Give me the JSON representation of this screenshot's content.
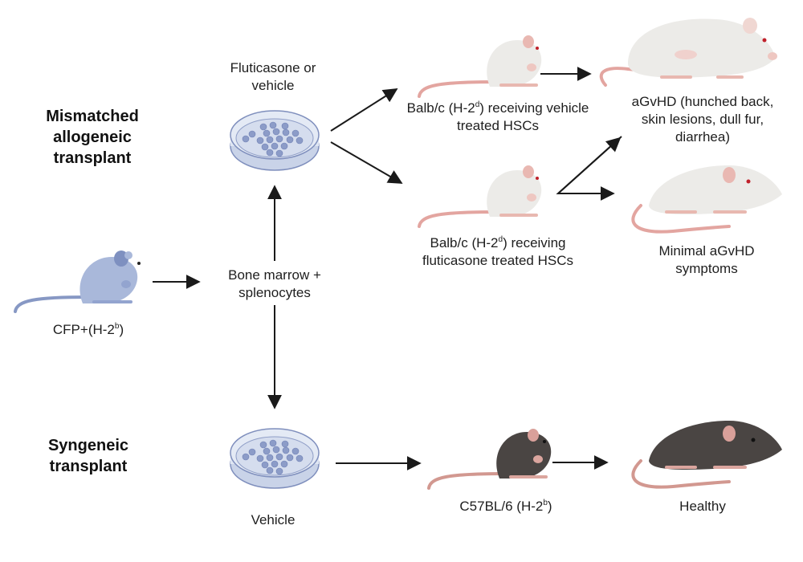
{
  "groups": {
    "mismatched": "Mismatched allogeneic transplant",
    "syngeneic": "Syngeneic transplant"
  },
  "labels": {
    "donor": {
      "text": "CFP+(H-2",
      "sup": "b",
      "close": ")"
    },
    "cells": "Bone marrow + splenocytes",
    "treatment_top": "Fluticasone or vehicle",
    "treatment_bottom": "Vehicle",
    "recipient_vehicle": {
      "pre": "Balb/c (H-2",
      "sup": "d",
      "post": ") receiving vehicle treated HSCs"
    },
    "recipient_fluticasone": {
      "pre": "Balb/c (H-2",
      "sup": "d",
      "post": ") receiving fluticasone treated HSCs"
    },
    "outcome_agvhd": "aGvHD (hunched back, skin lesions, dull fur, diarrhea)",
    "outcome_minimal": "Minimal aGvHD symptoms",
    "recipient_syngeneic": {
      "pre": "C57BL/6 (H-2",
      "sup": "b",
      "post": ")"
    },
    "outcome_healthy": "Healthy"
  },
  "icons": {
    "donor_mouse": "blue-mouse-icon",
    "petri_dish": "petri-dish-icon",
    "balbc_mouse": "white-mouse-icon",
    "black_mouse": "black-mouse-icon"
  },
  "colors": {
    "donor_mouse": "#a9b8da",
    "white_mouse": "#ecebe8",
    "black_mouse": "#4a4543",
    "tail": "#e3a5a0",
    "dish": "#dfe6f3",
    "cell": "#8c9cc8",
    "arrow": "#1a1a1a"
  }
}
